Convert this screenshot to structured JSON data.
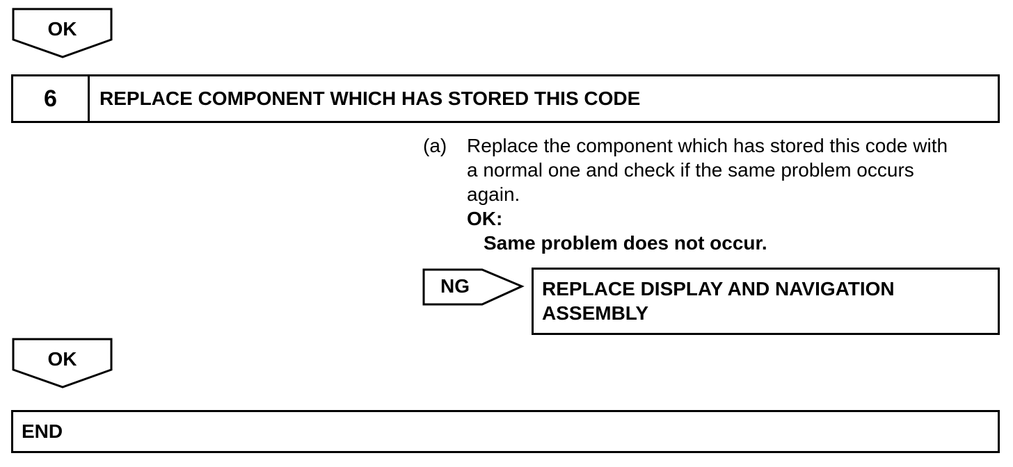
{
  "flow_top": {
    "label": "OK"
  },
  "step": {
    "number": "6",
    "title": "REPLACE COMPONENT WHICH HAS STORED THIS CODE"
  },
  "instruction": {
    "marker": "(a)",
    "line1": "Replace the component which has stored this code with",
    "line2": "a normal one and check if the same problem occurs",
    "line3": "again.",
    "ok_heading": "OK:",
    "ok_condition": "Same problem does not occur."
  },
  "ng_branch": {
    "label": "NG",
    "result_line1": "REPLACE DISPLAY AND NAVIGATION",
    "result_line2": "ASSEMBLY"
  },
  "flow_bottom": {
    "label": "OK"
  },
  "end": {
    "label": "END"
  }
}
